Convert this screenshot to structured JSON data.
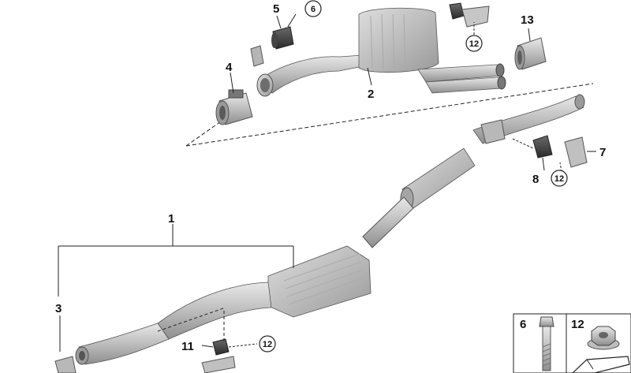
{
  "callouts": {
    "c1": "1",
    "c2": "2",
    "c3": "3",
    "c4": "4",
    "c5": "5",
    "c6": "6",
    "c7": "7",
    "c8": "8",
    "c11": "11",
    "c13": "13"
  },
  "circled_refs": {
    "r6_top": "6",
    "r12_top": "12",
    "r12_mid": "12",
    "r12_bottom": "12"
  },
  "legend": {
    "bolt_label": "6",
    "nut_label": "12"
  },
  "colors": {
    "part_fill": "#c9c9c9",
    "part_dark": "#8a8a8a",
    "line": "#222222"
  }
}
